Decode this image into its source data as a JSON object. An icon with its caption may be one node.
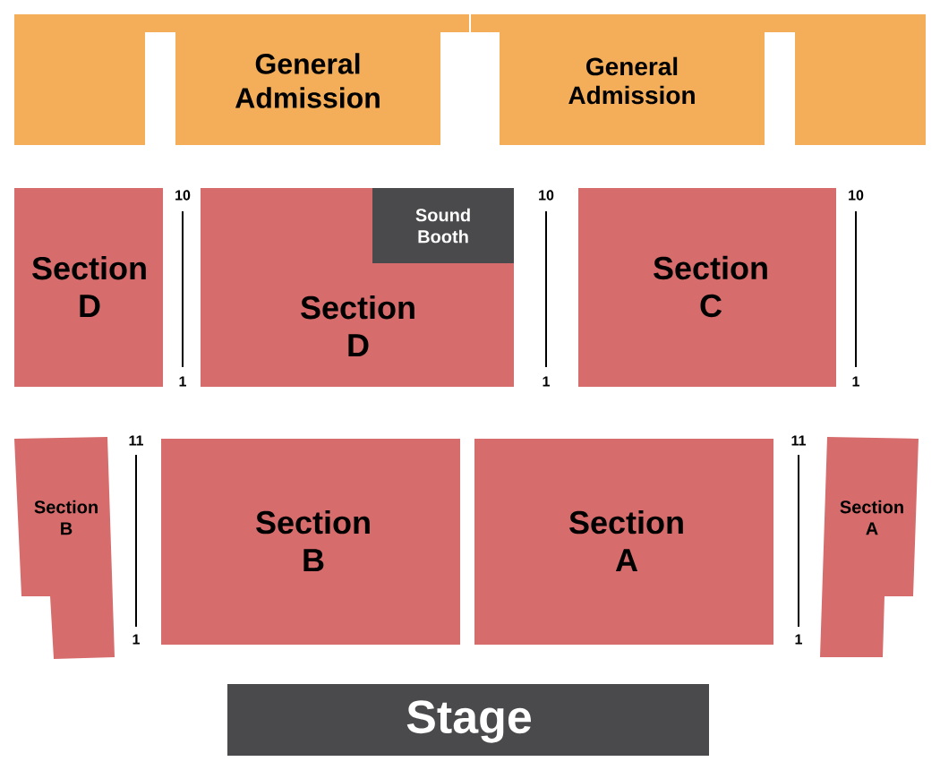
{
  "diagram": {
    "nodes": [
      {
        "text": [
          "General Admission"
        ]
      },
      {
        "text": [
          "General Admission"
        ]
      },
      {
        "text": [
          "Section D"
        ]
      },
      {
        "text": [
          "Section D"
        ]
      },
      {
        "text": [
          "Sound Booth"
        ],
        "in": 3
      },
      {
        "text": [
          "Section C"
        ]
      },
      {
        "text": [
          "Section B"
        ]
      },
      {
        "text": [
          "Section B"
        ]
      },
      {
        "text": [
          "Section A"
        ]
      },
      {
        "text": [
          "Section A"
        ]
      },
      {
        "text": [
          "Stage"
        ]
      }
    ],
    "labels": [
      "10",
      "10",
      "10",
      "1",
      "1",
      "1",
      "11",
      "11",
      "1",
      "1"
    ]
  }
}
